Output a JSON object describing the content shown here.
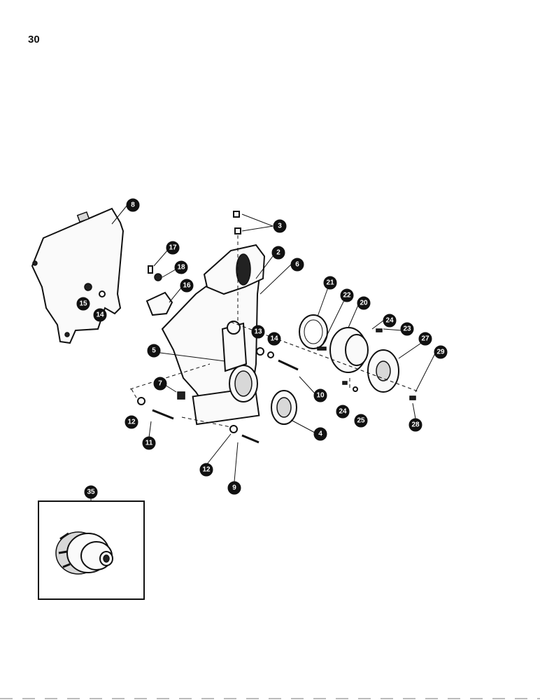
{
  "page": {
    "number": "30"
  },
  "callouts": [
    {
      "id": "c8",
      "label": "8"
    },
    {
      "id": "c3",
      "label": "3"
    },
    {
      "id": "c2",
      "label": "2"
    },
    {
      "id": "c6",
      "label": "6"
    },
    {
      "id": "c17",
      "label": "17"
    },
    {
      "id": "c18",
      "label": "18"
    },
    {
      "id": "c16",
      "label": "16"
    },
    {
      "id": "c15",
      "label": "15"
    },
    {
      "id": "c14a",
      "label": "14"
    },
    {
      "id": "c21",
      "label": "21"
    },
    {
      "id": "c22",
      "label": "22"
    },
    {
      "id": "c20",
      "label": "20"
    },
    {
      "id": "c24a",
      "label": "24"
    },
    {
      "id": "c23",
      "label": "23"
    },
    {
      "id": "c27",
      "label": "27"
    },
    {
      "id": "c29",
      "label": "29"
    },
    {
      "id": "c13",
      "label": "13"
    },
    {
      "id": "c14b",
      "label": "14"
    },
    {
      "id": "c5",
      "label": "5"
    },
    {
      "id": "c10",
      "label": "10"
    },
    {
      "id": "c7",
      "label": "7"
    },
    {
      "id": "c12a",
      "label": "12"
    },
    {
      "id": "c11",
      "label": "11"
    },
    {
      "id": "c4",
      "label": "4"
    },
    {
      "id": "c24b",
      "label": "24"
    },
    {
      "id": "c25",
      "label": "25"
    },
    {
      "id": "c28",
      "label": "28"
    },
    {
      "id": "c12b",
      "label": "12"
    },
    {
      "id": "c9",
      "label": "9"
    },
    {
      "id": "c35",
      "label": "35"
    }
  ]
}
